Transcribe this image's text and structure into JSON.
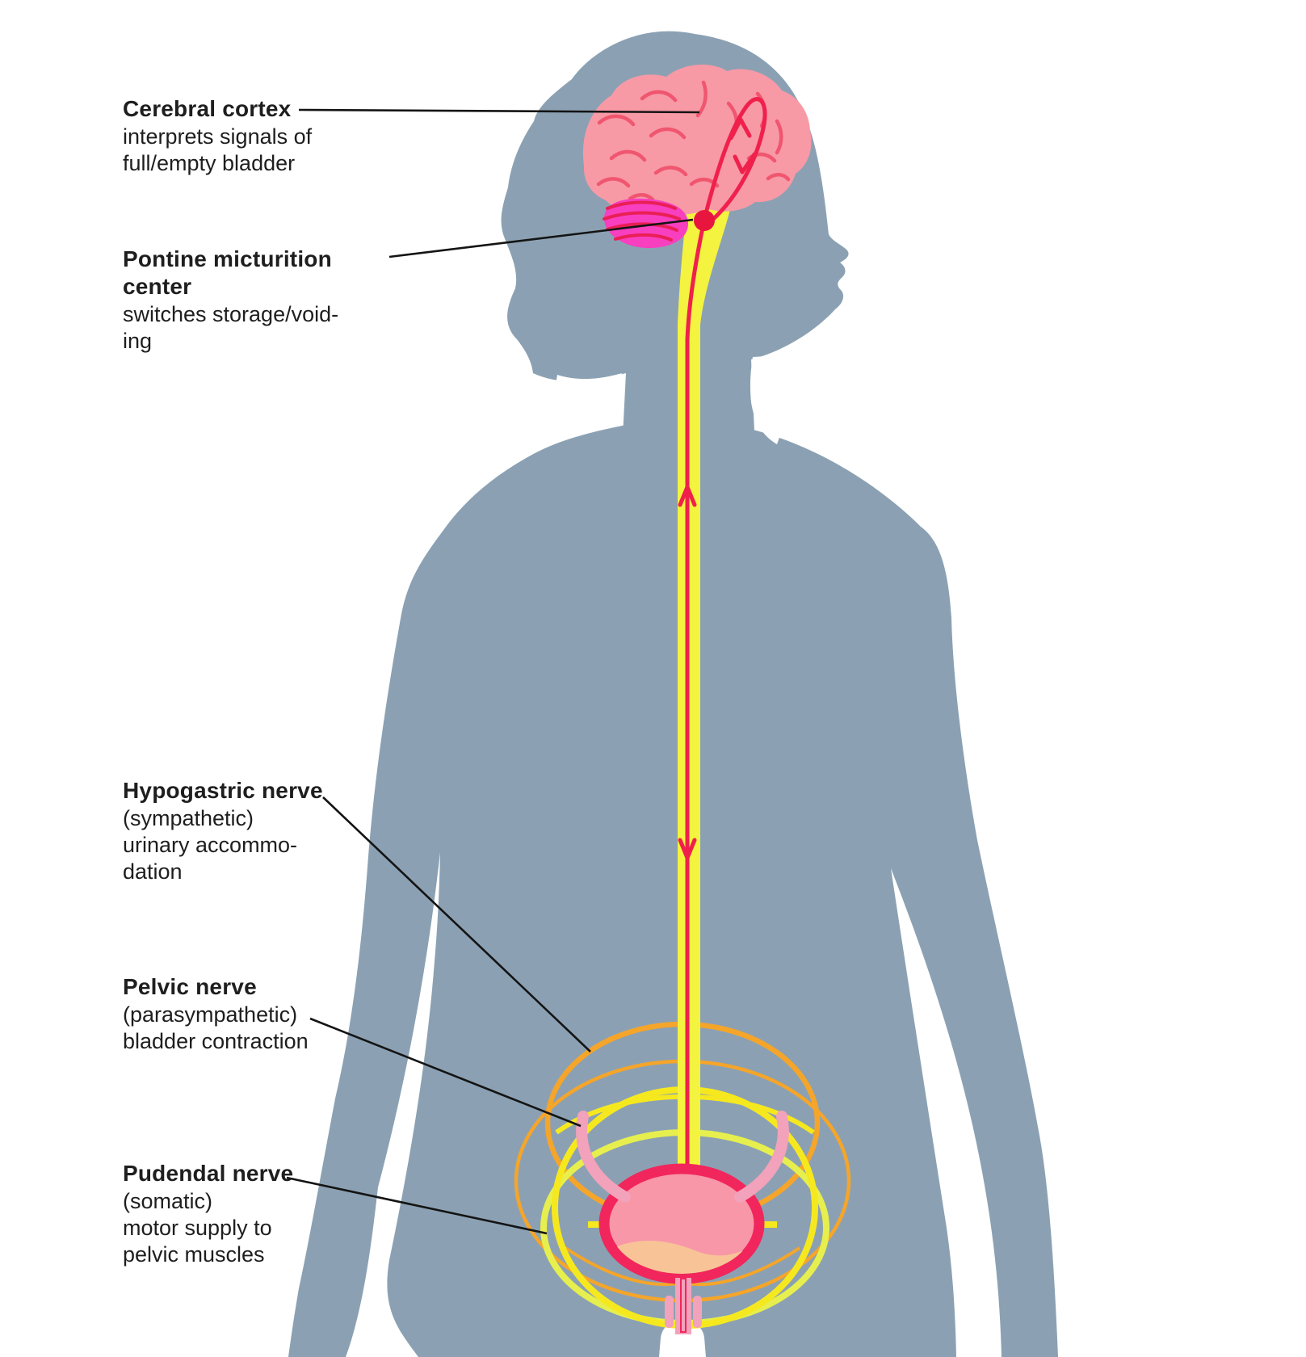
{
  "diagram": "Micturition neural control diagram",
  "colors": {
    "background": "#FFFFFF",
    "silhouette": "#8BA1B3",
    "brain": "#F899A6",
    "brain-lines": "#F0566F",
    "cerebellum": "#F83FC0",
    "cerebellum-lines": "#E91F55",
    "cord": "#F4F33F",
    "signal": "#F0204C",
    "pmc-dot": "#E8163F",
    "hypogastric": "#F5A52A",
    "pelvic": "#F6E81F",
    "pudendal": "#E6EF4D",
    "bladder-fill": "#F897A7",
    "bladder-border": "#F1265C",
    "urine": "#F8C497",
    "ureter": "#F2A2BB",
    "leader": "#141414",
    "text": "#1E1E1E"
  },
  "labels": [
    {
      "id": "cerebral-cortex",
      "title": "Cerebral cortex",
      "desc": "interprets signals of\nfull/empty bladder"
    },
    {
      "id": "pontine-micturition-center",
      "title": "Pontine micturition center",
      "desc": "switches storage/void-\ning"
    },
    {
      "id": "hypogastric-nerve",
      "title": "Hypogastric nerve",
      "desc": "(sympathetic)\nurinary accommo-\ndation"
    },
    {
      "id": "pelvic-nerve",
      "title": "Pelvic nerve",
      "desc": "(parasympathetic)\nbladder contraction"
    },
    {
      "id": "pudendal-nerve",
      "title": "Pudendal nerve",
      "desc": "(somatic)\nmotor supply to\npelvic muscles"
    }
  ]
}
